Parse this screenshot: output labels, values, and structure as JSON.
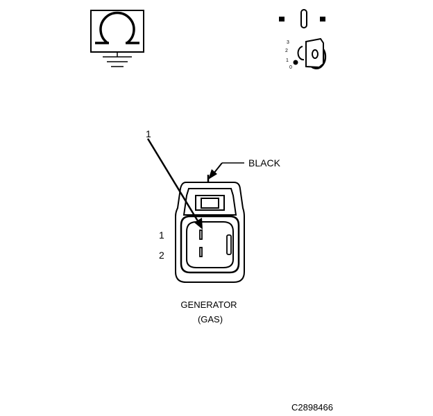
{
  "callout": {
    "number": "1",
    "color_label": "BLACK"
  },
  "pins": [
    "1",
    "2"
  ],
  "caption": {
    "line1": "GENERATOR",
    "line2": "(GAS)"
  },
  "figure_id": "C2898466",
  "ignition": {
    "positions": [
      "3",
      "2",
      "1",
      "0"
    ]
  },
  "icons": {
    "ohmmeter": "ohm-meter-ground-icon",
    "ignition": "ignition-key-switch-icon"
  },
  "colors": {
    "ink": "#000000",
    "paper": "#ffffff"
  }
}
